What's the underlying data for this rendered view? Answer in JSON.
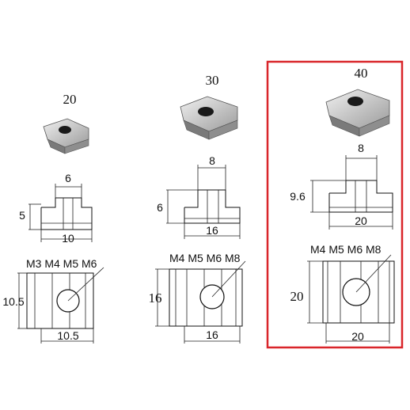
{
  "highlight_color": "#d9252a",
  "columns": [
    {
      "size_label": "20",
      "slot_width": "6",
      "height": "5",
      "base_width": "10",
      "threads": "M3 M4 M5 M6",
      "side_length": "10.5",
      "bottom_length": "10.5",
      "highlighted": false
    },
    {
      "size_label": "30",
      "slot_width": "8",
      "height": "6",
      "base_width": "16",
      "threads": "M4 M5 M6 M8",
      "side_length": "16",
      "bottom_length": "16",
      "highlighted": false
    },
    {
      "size_label": "40",
      "slot_width": "8",
      "height": "9.6",
      "base_width": "20",
      "threads": "M4 M5 M6 M8",
      "side_length": "20",
      "bottom_length": "20",
      "highlighted": true
    }
  ]
}
